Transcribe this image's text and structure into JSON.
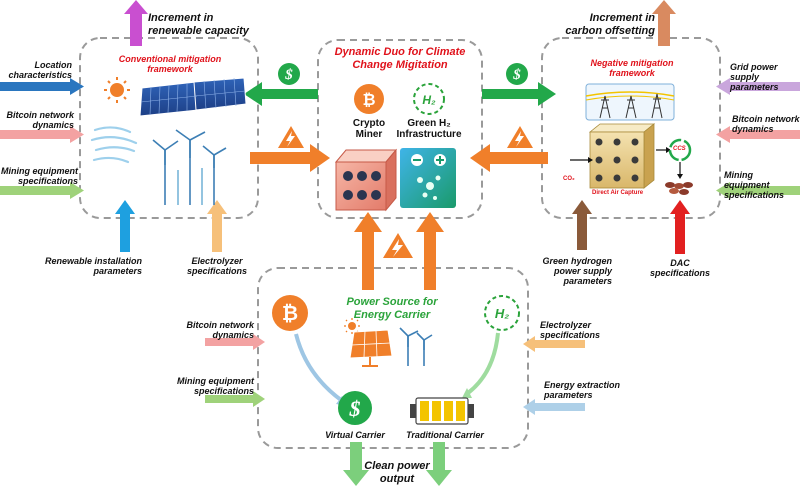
{
  "boxes": {
    "conventional": "Conventional mitigation\nframework",
    "dynamic_duo": "Dynamic Duo for Climate\nChange Migitation",
    "negative": "Negative mitigation\nframework",
    "power_source": "Power Source for\nEnergy Carrier"
  },
  "top_outputs": {
    "renewable": "Increment in\nrenewable capacity",
    "carbon": "Increment in\ncarbon offsetting"
  },
  "left_inputs": {
    "location": "Location\ncharacteristics",
    "bitcoin": "Bitcoin network\ndynamics",
    "mining": "Mining equipment\nspecifications"
  },
  "bottom_left_inputs": {
    "renewable_install": "Renewable installation\nparameters",
    "electrolyzer": "Electrolyzer\nspecifications"
  },
  "right_inputs": {
    "grid": "Grid power supply\nparameters",
    "bitcoin": "Bitcoin network\ndynamics",
    "mining": "Mining equipment\nspecifications"
  },
  "bottom_right_inputs": {
    "green_h2": "Green hydrogen\npower supply\nparameters",
    "dac": "DAC\nspecifications"
  },
  "center": {
    "crypto_miner": "Crypto\nMiner",
    "green_h2": "Green H₂\nInfrastructure"
  },
  "negative_parts": {
    "co2": "CO₂",
    "dac": "Direct Air Capture",
    "ccs": "CCS"
  },
  "bottom_box": {
    "left_inputs": {
      "bitcoin": "Bitcoin network\ndynamics",
      "mining": "Mining equipment\nspecifications"
    },
    "right_inputs": {
      "electrolyzer": "Electrolyzer\nspecifications",
      "energy": "Energy extraction\nparameters"
    },
    "virtual": "Virtual Carrier",
    "traditional": "Traditional Carrier",
    "output": "Clean power\noutput"
  },
  "icons": {
    "dollar": "$",
    "h2": "H₂",
    "bitcoin": "bitcoin-icon"
  },
  "colors": {
    "green_arrow": "#22a84a",
    "orange_arrow": "#f07f2a",
    "red_title": "#e0121b",
    "green_title": "#2aa33a"
  }
}
